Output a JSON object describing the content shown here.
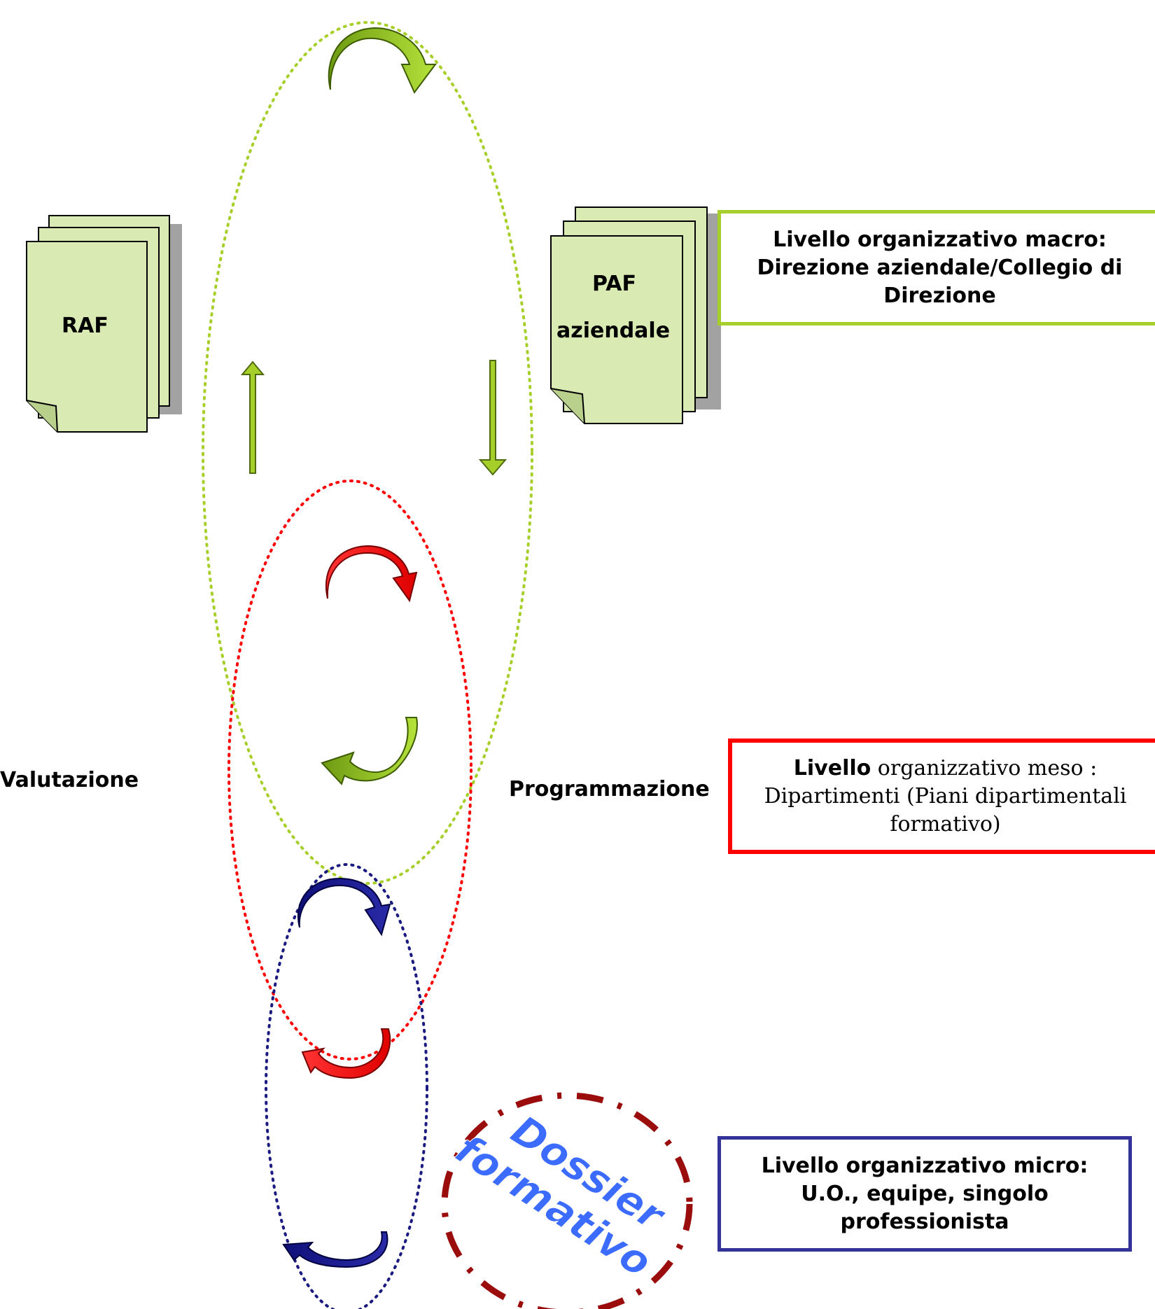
{
  "labels": {
    "valutazione": "Valutazione",
    "programmazione": "Programmazione"
  },
  "documents": {
    "raf": "RAF",
    "paf_line1": "PAF",
    "paf_line2": "aziendale"
  },
  "levels": {
    "macro": {
      "line1": "Livello organizzativo macro:",
      "line2": "Direzione aziendale/Collegio di",
      "line3": "Direzione",
      "color": "#8dc21f"
    },
    "meso": {
      "bold": "Livello",
      "line1_rest": " organizzativo meso :",
      "line2": "Dipartimenti (Piani dipartimentali",
      "line3": "formativo)",
      "color": "#ff0000"
    },
    "micro": {
      "line1": "Livello organizzativo micro:",
      "line2": "U.O., equipe, singolo",
      "line3": "professionista",
      "color": "#333399"
    }
  },
  "stamp": {
    "line1": "Dossier",
    "line2": "formativo",
    "text_color": "#3b6cff",
    "ring_color": "#9b0d0d"
  },
  "colors": {
    "green_ellipse": "#a6cf2a",
    "red_ellipse": "#ff0000",
    "blue_ellipse": "#1a1a80",
    "doc_fill": "#d9eab3"
  }
}
